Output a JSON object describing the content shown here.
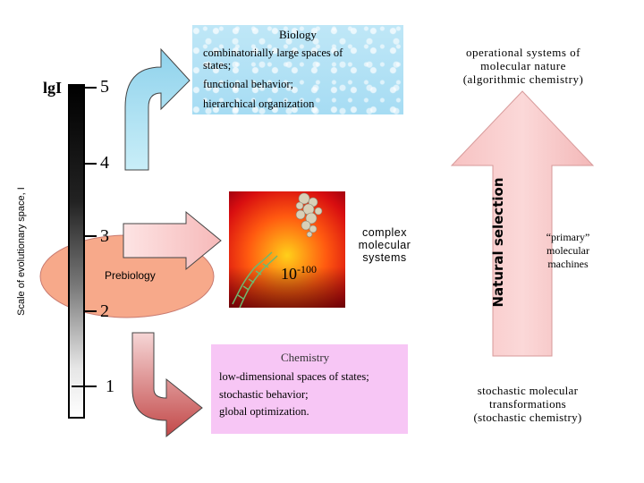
{
  "axis": {
    "title": "Scale of evolutionary space, I",
    "symbol": "lgI",
    "levels": [
      "5",
      "4",
      "3",
      "2",
      "1"
    ]
  },
  "biology": {
    "title": "Biology",
    "lines": [
      "combinatorially large spaces of",
      "states;",
      "functional behavior;",
      "hierarchical organization"
    ]
  },
  "prebiology": {
    "label": "Prebiology"
  },
  "center_image": {
    "base": "10",
    "exponent": "-100",
    "caption_lines": [
      "complex",
      "molecular",
      "systems"
    ]
  },
  "chemistry": {
    "title": "Chemistry",
    "lines": [
      "low-dimensional spaces of states;",
      "stochastic behavior;",
      "global optimization."
    ]
  },
  "right": {
    "top_lines": [
      "operational systems of",
      "molecular nature",
      "(algorithmic chemistry)"
    ],
    "arrow_label": "Natural selection",
    "side_lines": [
      "“primary”",
      "molecular",
      "machines"
    ],
    "bottom_lines": [
      "stochastic molecular",
      "transformations",
      "(stochastic chemistry)"
    ]
  },
  "colors": {
    "biology_box": "#a6dcf3",
    "chemistry_box": "#f7c6f5",
    "prebiology_ellipse": "#f7a98a",
    "up_arrow": "#f9cccc",
    "right_arrow": "#f9caca",
    "curved_arrow_top": "#a8dcee",
    "curved_arrow_bottom": "#c85050"
  }
}
